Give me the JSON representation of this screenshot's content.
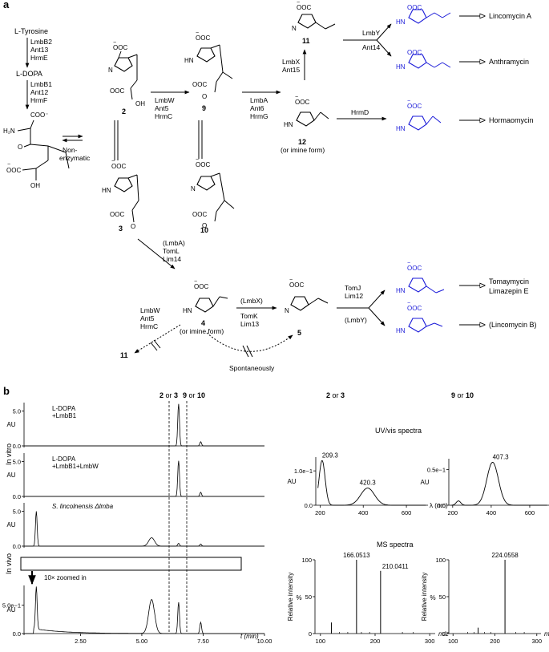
{
  "panel_a": {
    "label": "a",
    "start": {
      "tyr": "L-Tyrosine",
      "dopa": "L-DOPA"
    },
    "enz_tyr_dopa": [
      "LmbB2",
      "Ant13",
      "HrmE"
    ],
    "enz_dopa_open": [
      "LmbB1",
      "Ant12",
      "HrmF"
    ],
    "nonenzymatic": [
      "Non-",
      "enzymatic"
    ],
    "open_groups": {
      "carboxylate": "COO⁻",
      "amine": "H₂N",
      "ooc": "OOC",
      "oh": "OH",
      "o": "O"
    },
    "groups": {
      "ooc": "OOC",
      "oh": "OH",
      "n": "N",
      "hn": "HN",
      "o": "O"
    },
    "charge": "−",
    "enz_2_9": [
      "LmbW",
      "Ant5",
      "HrmC"
    ],
    "enz_9_12": [
      "LmbA",
      "Ant6",
      "HrmG"
    ],
    "enz_12_11": [
      "LmbX",
      "Ant15"
    ],
    "enz_11_lin": [
      "LmbY",
      "Ant14"
    ],
    "enz_hrmd": "HrmD",
    "enz_3_4": [
      "(LmbA)",
      "TomL",
      "Lim14"
    ],
    "enz_4_11": [
      "LmbW",
      "Ant5",
      "HrmC"
    ],
    "enz_4_5": [
      "(LmbX)",
      "TomK",
      "Lim13"
    ],
    "enz_5_prod": [
      "TomJ",
      "Lim12"
    ],
    "enz_5_linb": "(LmbY)",
    "spontaneous": "Spontaneously",
    "imine_form": "(or imine form)",
    "compounds": {
      "c2": "2",
      "c3": "3",
      "c4": "4",
      "c5": "5",
      "c9": "9",
      "c10": "10",
      "c11": "11",
      "c12": "12",
      "c11b": "11"
    },
    "products": {
      "lincomycin_a": "Lincomycin A",
      "anthramycin": "Anthramycin",
      "hormaomycin": "Hormaomycin",
      "tomaymycin": "Tomaymycin",
      "limazepin": "Limazepin E",
      "lincomycin_b": "(Lincomycin B)"
    }
  },
  "panel_b": {
    "label": "b",
    "peak_2or3": {
      "bold": "2",
      "mid": " or ",
      "bold2": "3"
    },
    "peak_9or10": {
      "bold": "9",
      "mid": " or ",
      "bold2": "10"
    },
    "in_vitro": "In vitro",
    "in_vivo": "In vivo",
    "ylabel_au": "AU",
    "trace1_label": [
      "L-DOPA",
      "+LmbB1"
    ],
    "trace2_label": [
      "L-DOPA",
      "+LmbB1+LmbW"
    ],
    "trace3_label": "S. lincolnensis Δlmba",
    "zoom_label": "10× zoomed in",
    "xaxis_label": "t (min)",
    "uv_title": "UV/vis spectra",
    "ms_title": "MS spectra",
    "uv_xlabel": "λ (nm)",
    "ms_ylabel": "Relative intensity",
    "ms_pct": "%",
    "ms_xlabel": "m/z",
    "ytick_5": "5.0",
    "ytick_0": "0.0",
    "ytick_5e": "5.0e−1",
    "uv_ytick_1e": "1.0e−1",
    "uv_ytick_05e": "0.5e−1",
    "ms_ytick_100": "100",
    "ms_ytick_50": "50",
    "ms_ytick_0": "0"
  },
  "chart_data": [
    {
      "type": "line",
      "name": "trace1",
      "x": [
        0.5,
        6.5,
        7.4,
        10.0
      ],
      "y": [
        0.0,
        6.0,
        0.6,
        0.0
      ],
      "xlim": [
        0.2,
        10.0
      ],
      "ylim": [
        0,
        6.2
      ],
      "yticks": [
        "0.0",
        "5.0"
      ]
    },
    {
      "type": "line",
      "name": "trace2",
      "x": [
        0.5,
        6.5,
        7.4,
        10.0
      ],
      "y": [
        0.0,
        5.1,
        0.6,
        0.0
      ],
      "xlim": [
        0.2,
        10.0
      ],
      "ylim": [
        0,
        6.2
      ],
      "yticks": [
        "0.0",
        "5.0"
      ]
    },
    {
      "type": "line",
      "name": "trace3",
      "x": [
        0.7,
        5.4,
        6.5,
        7.4
      ],
      "y": [
        5.0,
        1.2,
        0.4,
        0.3
      ],
      "xlim": [
        0.2,
        10.0
      ],
      "ylim": [
        0,
        6.2
      ],
      "yticks": [
        "0.0",
        "5.0"
      ]
    },
    {
      "type": "line",
      "name": "zoom",
      "x": [
        0.5,
        0.7,
        5.4,
        6.5,
        7.4,
        10.0
      ],
      "y": [
        0.0,
        0.75,
        0.6,
        0.55,
        0.2,
        0.0
      ],
      "xlim": [
        0.2,
        10.0
      ],
      "ylim": [
        0,
        0.85
      ],
      "xticks": [
        "2.50",
        "5.00",
        "7.50",
        "10.00"
      ],
      "yticks": [
        "0.0",
        "5.0e−1"
      ]
    },
    {
      "type": "line",
      "name": "uv_2or3",
      "x": [
        200,
        209.3,
        300,
        420.3,
        600
      ],
      "y": [
        0.0,
        0.13,
        0.01,
        0.05,
        0.0
      ],
      "xlim": [
        180,
        700
      ],
      "xticks": [
        "200",
        "400",
        "600"
      ],
      "yticks": [
        "0.0",
        "1.0e−1"
      ],
      "peak_labels": [
        "209.3",
        "420.3"
      ]
    },
    {
      "type": "line",
      "name": "uv_9or10",
      "x": [
        200,
        300,
        407.3,
        600
      ],
      "y": [
        0.0,
        0.0,
        0.06,
        0.0
      ],
      "xlim": [
        180,
        700
      ],
      "xticks": [
        "200",
        "400",
        "600"
      ],
      "yticks": [
        "0.0",
        "0.5e−1"
      ],
      "peak_labels": [
        "407.3"
      ]
    },
    {
      "type": "bar",
      "name": "ms_2or3",
      "x": [
        120,
        166.0513,
        210.0411
      ],
      "y": [
        15,
        100,
        85
      ],
      "xlim": [
        90,
        310
      ],
      "xticks": [
        "100",
        "200",
        "300"
      ],
      "yticks": [
        "0",
        "50",
        "100"
      ],
      "peak_labels": [
        "166.0513",
        "210.0411"
      ]
    },
    {
      "type": "bar",
      "name": "ms_9or10",
      "x": [
        160,
        224.0558
      ],
      "y": [
        8,
        100
      ],
      "xlim": [
        90,
        310
      ],
      "xticks": [
        "100",
        "200",
        "300"
      ],
      "yticks": [
        "0",
        "50",
        "100"
      ],
      "peak_labels": [
        "224.0558"
      ]
    }
  ]
}
